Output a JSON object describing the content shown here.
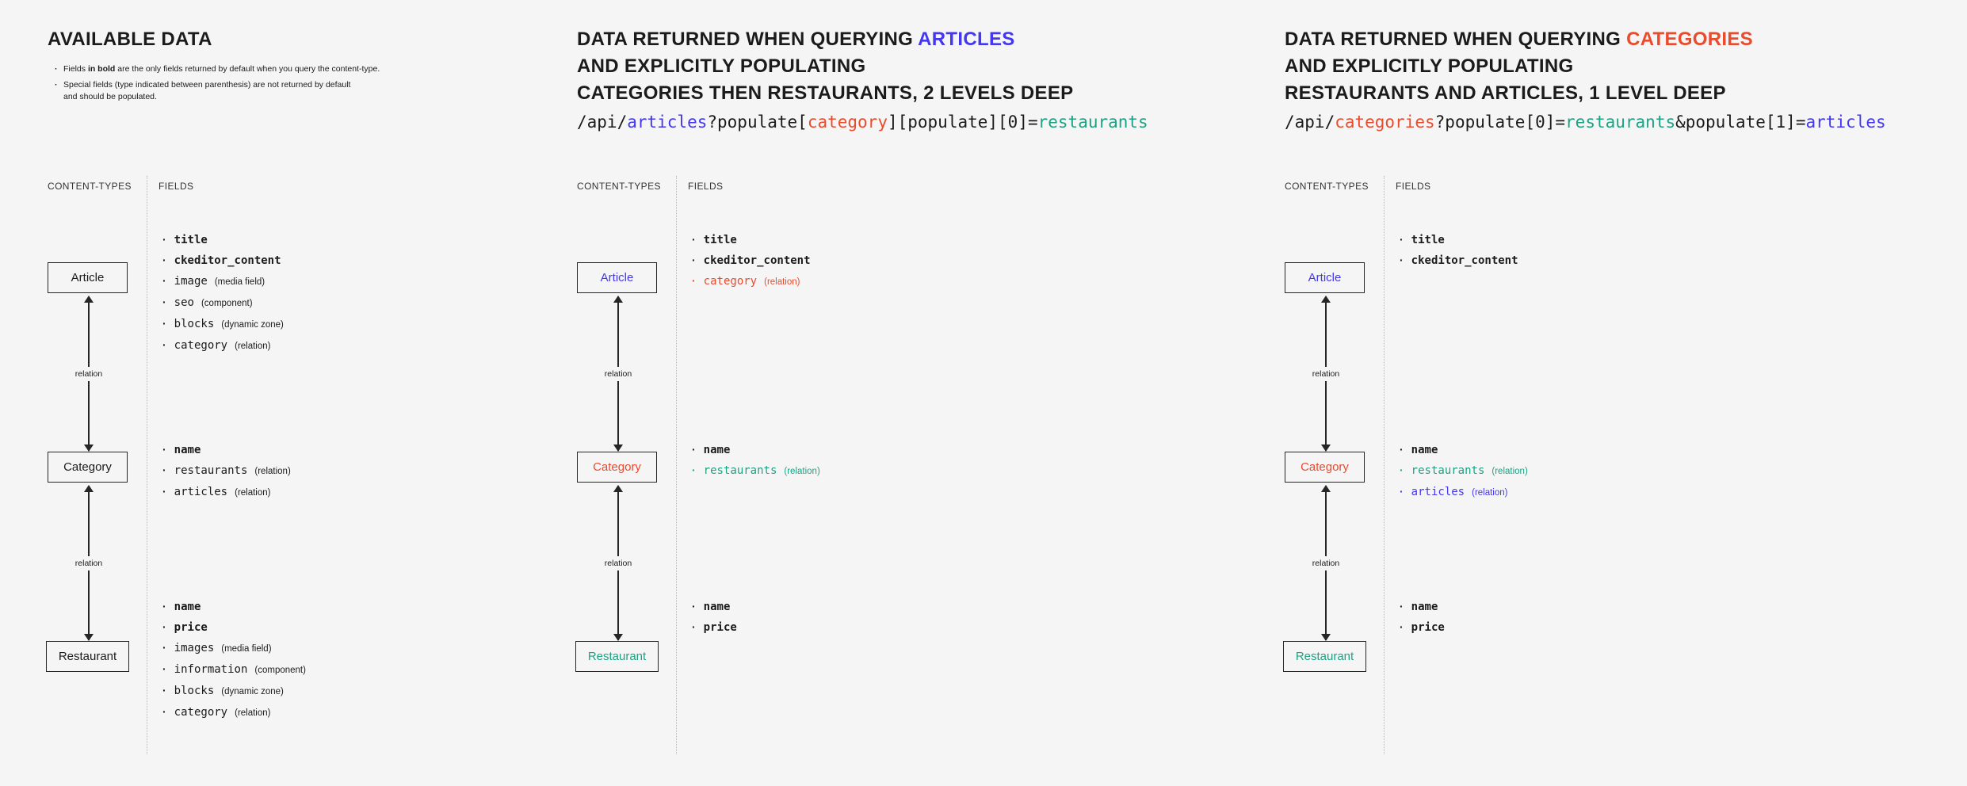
{
  "colors": {
    "background": "#f5f5f5",
    "text": "#1b1b1b",
    "muted": "#333333",
    "border": "#262626",
    "divider": "#b5b5b5",
    "articles": "#4338ee",
    "categories": "#ea4b2d",
    "restaurants": "#1da283"
  },
  "shared": {
    "content_types_label": "CONTENT-TYPES",
    "fields_label": "FIELDS",
    "relation_label": "relation",
    "boxes": {
      "article": "Article",
      "category": "Category",
      "restaurant": "Restaurant"
    }
  },
  "panel1": {
    "title": "AVAILABLE DATA",
    "notes": {
      "n1_pre": "Fields",
      "n1_bold": "in bold",
      "n1_post": "are the only fields returned by default when you query the content-type.",
      "n2_line1": "Special fields (type indicated between parenthesis) are not returned by default",
      "n2_line2": "and should be populated."
    },
    "article_fields": [
      {
        "name": "title"
      },
      {
        "name": "ckeditor_content"
      },
      {
        "name": "image",
        "type": "(media field)"
      },
      {
        "name": "seo",
        "type": "(component)"
      },
      {
        "name": "blocks",
        "type": "(dynamic zone)"
      },
      {
        "name": "category",
        "type": "(relation)"
      }
    ],
    "category_fields": [
      {
        "name": "name"
      },
      {
        "name": "restaurants",
        "type": "(relation)"
      },
      {
        "name": "articles",
        "type": "(relation)"
      }
    ],
    "restaurant_fields": [
      {
        "name": "name"
      },
      {
        "name": "price"
      },
      {
        "name": "images",
        "type": "(media field)"
      },
      {
        "name": "information",
        "type": "(component)"
      },
      {
        "name": "blocks",
        "type": "(dynamic zone)"
      },
      {
        "name": "category",
        "type": "(relation)"
      }
    ]
  },
  "panel2": {
    "title_line1_pre": "DATA RETURNED WHEN QUERYING",
    "title_line1_highlight": "ARTICLES",
    "title_line2": "AND EXPLICITLY POPULATING",
    "title_line3": "CATEGORIES THEN RESTAURANTS, 2 LEVELS DEEP",
    "code": [
      {
        "text": "/api/"
      },
      {
        "text": "articles"
      },
      {
        "text": "?populate["
      },
      {
        "text": "category"
      },
      {
        "text": "][populate][0]="
      },
      {
        "text": "restaurants"
      }
    ],
    "article_fields": [
      {
        "name": "title"
      },
      {
        "name": "ckeditor_content"
      },
      {
        "name": "category",
        "type": "(relation)"
      }
    ],
    "category_fields": [
      {
        "name": "name"
      },
      {
        "name": "restaurants",
        "type": "(relation)"
      }
    ],
    "restaurant_fields": [
      {
        "name": "name"
      },
      {
        "name": "price"
      }
    ]
  },
  "panel3": {
    "title_line1_pre": "DATA RETURNED WHEN QUERYING",
    "title_line1_highlight": "CATEGORIES",
    "title_line2": "AND EXPLICITLY POPULATING",
    "title_line3": "RESTAURANTS AND ARTICLES, 1 LEVEL DEEP",
    "code": [
      {
        "text": "/api/"
      },
      {
        "text": "categories"
      },
      {
        "text": "?populate[0]="
      },
      {
        "text": "restaurants"
      },
      {
        "text": "&populate[1]="
      },
      {
        "text": "articles"
      }
    ],
    "article_fields": [
      {
        "name": "title"
      },
      {
        "name": "ckeditor_content"
      }
    ],
    "category_fields": [
      {
        "name": "name"
      },
      {
        "name": "restaurants",
        "type": "(relation)"
      },
      {
        "name": "articles",
        "type": "(relation)"
      }
    ],
    "restaurant_fields": [
      {
        "name": "name"
      },
      {
        "name": "price"
      }
    ]
  }
}
